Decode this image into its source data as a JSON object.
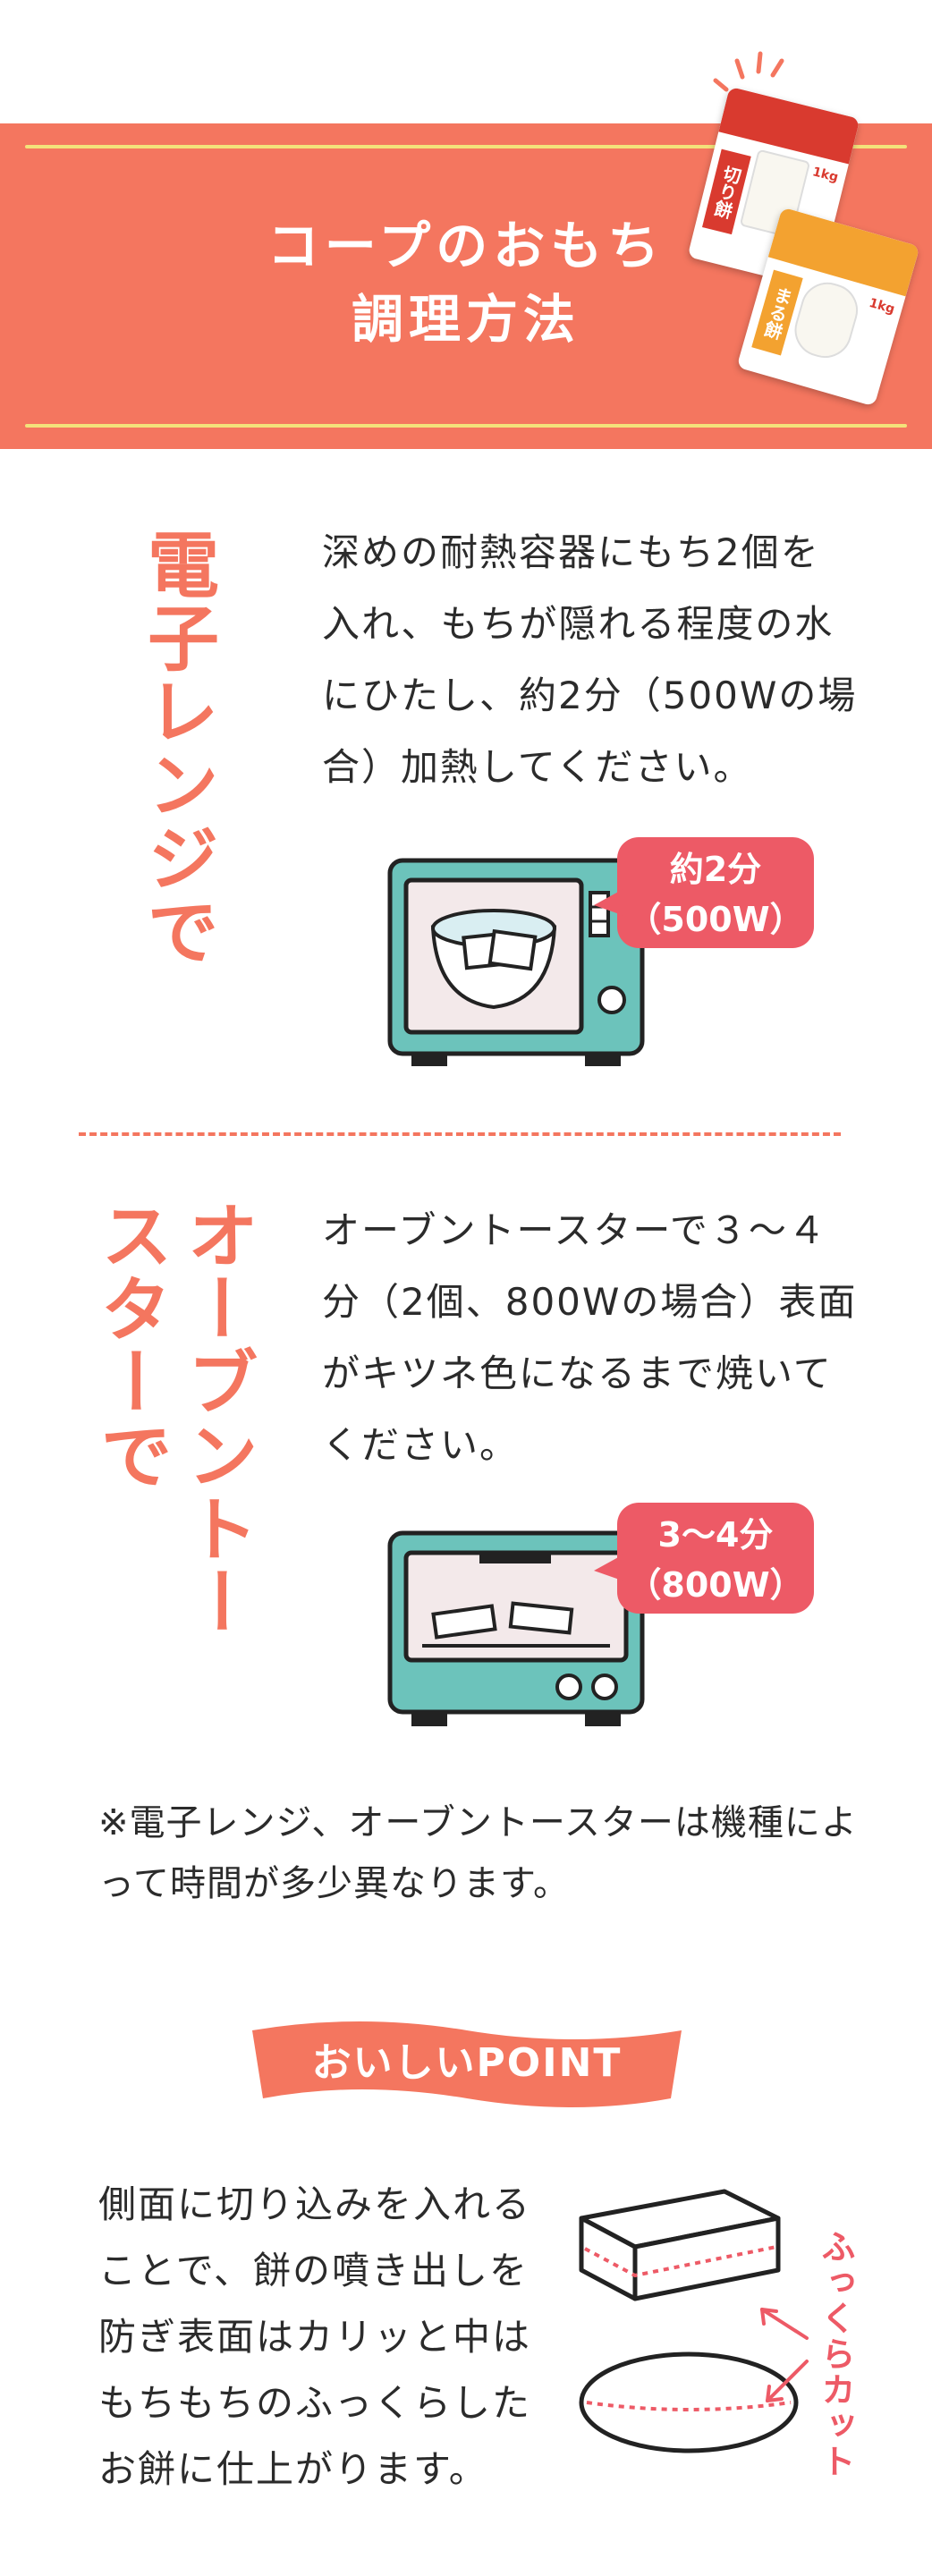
{
  "header": {
    "title_line1": "コープのおもち",
    "title_line2": "調理方法"
  },
  "package_front": {
    "label": "切り餅",
    "weight": "1kg"
  },
  "package_back": {
    "label": "まる餅",
    "weight": "1kg"
  },
  "microwave": {
    "heading": "電子レンジで",
    "text": "深めの耐熱容器にもち2個を入れ、もちが隠れる程度の水にひたし、約2分（500Wの場合）加熱してください。",
    "bubble_line1": "約2分",
    "bubble_line2": "（500W）"
  },
  "toaster": {
    "heading": "オーブントースターで",
    "text": "オーブントースターで３～４分（2個、800Wの場合）表面がキツネ色になるまで焼いてください。",
    "bubble_line1": "3～4分",
    "bubble_line2": "（800W）"
  },
  "note": "※電子レンジ、オーブントースターは機種によって時間が多少異なります。",
  "point": {
    "ribbon_label": "おいしいPOINT",
    "text": "側面に切り込みを入れることで、餅の噴き出しを防ぎ表面はカリッと中はもちもちのふっくらしたお餅に仕上がります。",
    "cut_label": "ふっくらカット"
  },
  "colors": {
    "accent": "#f4765f",
    "header_line": "#f3e27a",
    "bubble": "#ed5a66",
    "appliance": "#6cc3bb"
  }
}
